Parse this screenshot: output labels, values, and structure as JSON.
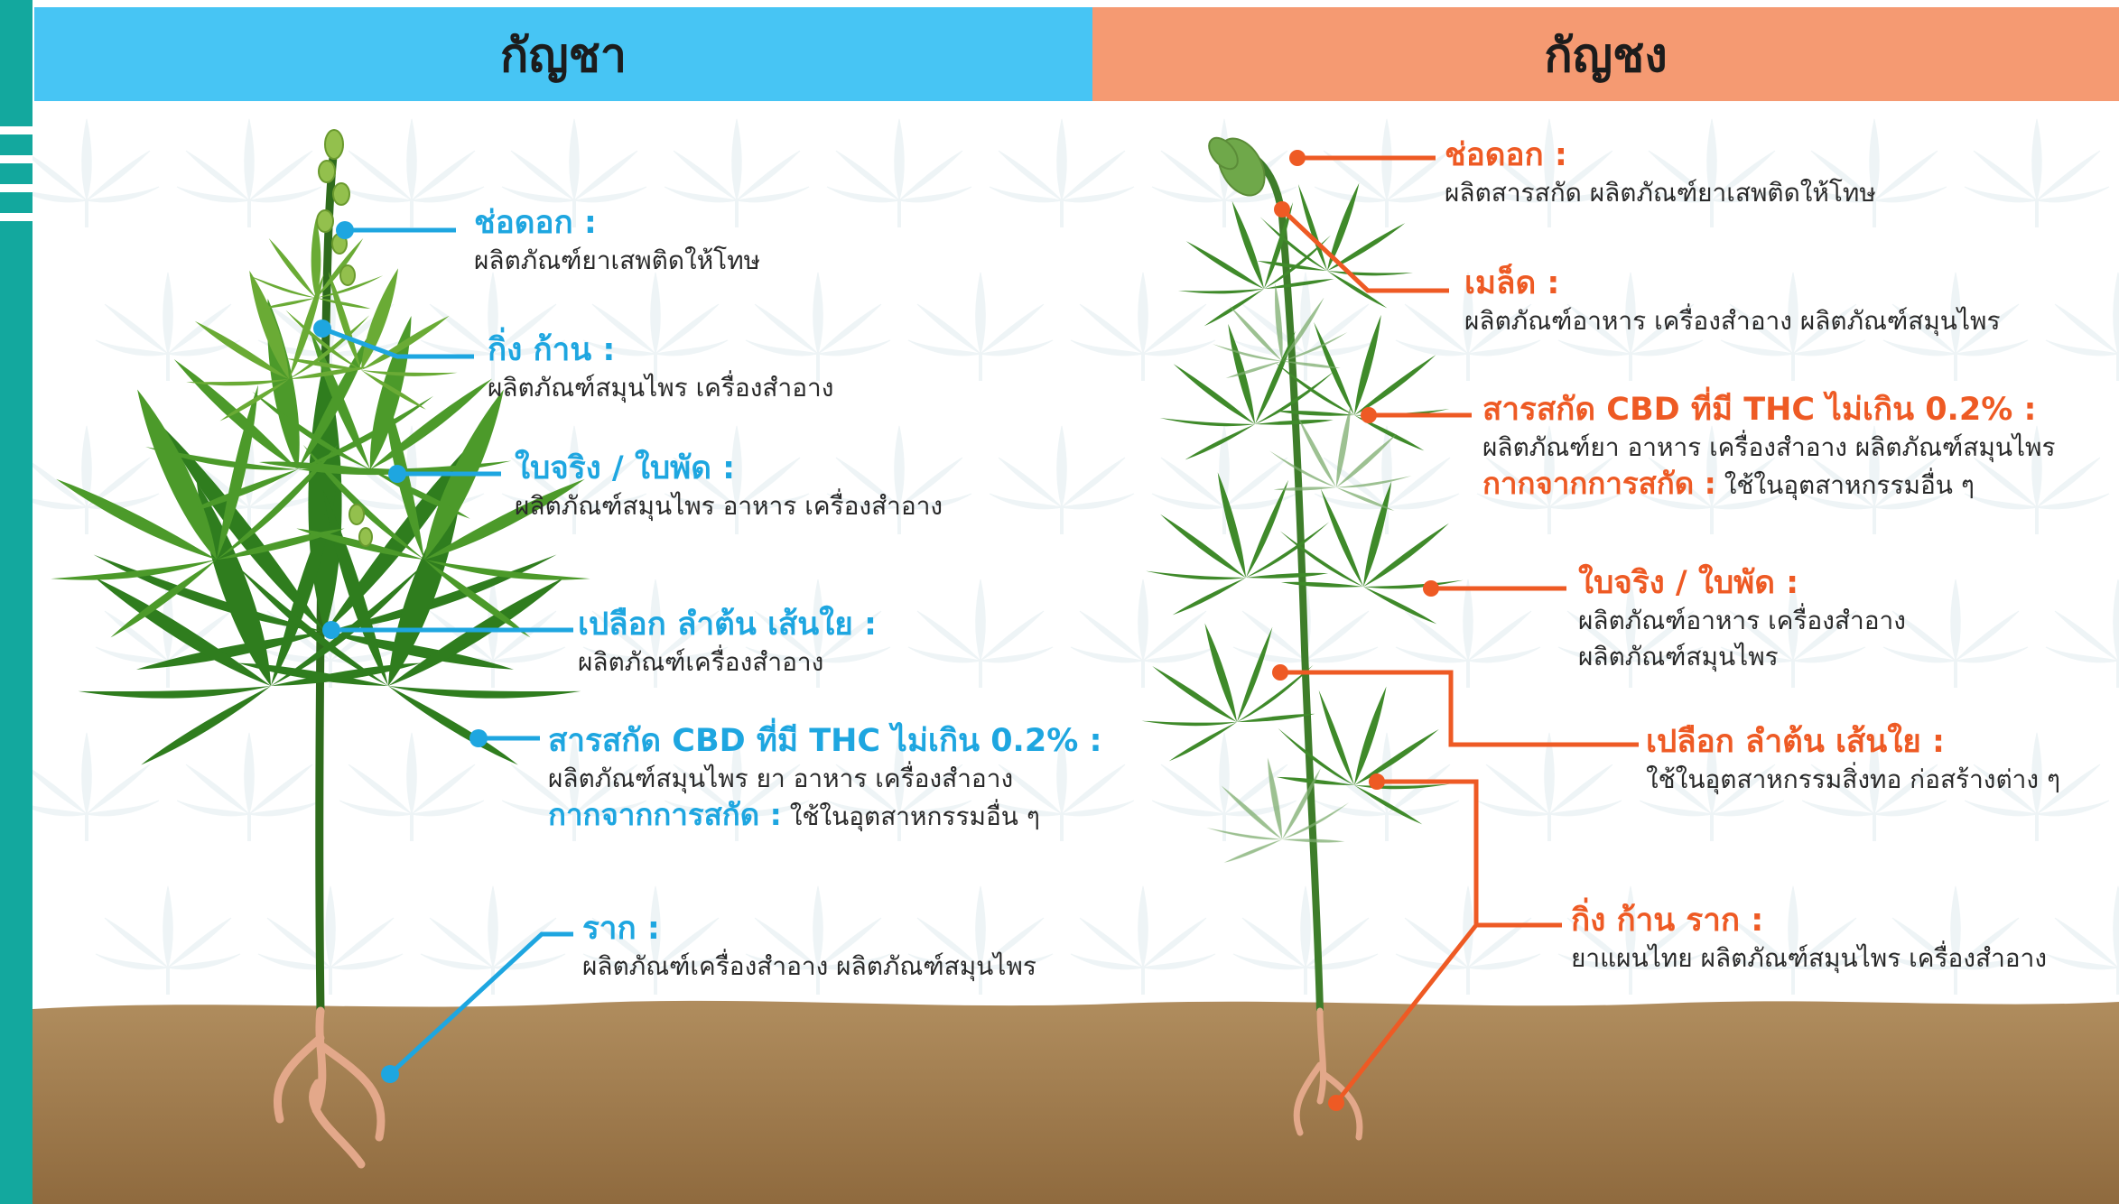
{
  "headers": {
    "left": "กัญชา",
    "right": "กัญชง"
  },
  "colors": {
    "teal_bar": "#13a89e",
    "header_left": "#47c5f4",
    "header_right": "#f59a72",
    "label_blue": "#1ea6e0",
    "label_orange": "#ee5a24",
    "soil": "#a07c4e",
    "leaf_dark": "#2f7d1e",
    "leaf_light": "#74b53c"
  },
  "cannabis": {
    "flower": {
      "title": "ช่อดอก :",
      "desc": "ผลิตภัณฑ์ยาเสพติดให้โทษ"
    },
    "branch": {
      "title": "กิ่ง ก้าน :",
      "desc": "ผลิตภัณฑ์สมุนไพร เครื่องสำอาง"
    },
    "leaf": {
      "title": "ใบจริง / ใบพัด :",
      "desc": "ผลิตภัณฑ์สมุนไพร อาหาร เครื่องสำอาง"
    },
    "bark": {
      "title": "เปลือก ลำต้น เส้นใย :",
      "desc": "ผลิตภัณฑ์เครื่องสำอาง"
    },
    "cbd": {
      "title": "สารสกัด CBD ที่มี THC ไม่เกิน 0.2% :",
      "desc": "ผลิตภัณฑ์สมุนไพร ยา อาหาร เครื่องสำอาง",
      "residue_label": "กากจากการสกัด :",
      "residue_desc": "ใช้ในอุตสาหกรรมอื่น ๆ"
    },
    "root": {
      "title": "ราก :",
      "desc": "ผลิตภัณฑ์เครื่องสำอาง ผลิตภัณฑ์สมุนไพร"
    }
  },
  "hemp": {
    "flower": {
      "title": "ช่อดอก :",
      "desc": "ผลิตสารสกัด ผลิตภัณฑ์ยาเสพติดให้โทษ"
    },
    "seed": {
      "title": "เมล็ด :",
      "desc": "ผลิตภัณฑ์อาหาร เครื่องสำอาง ผลิตภัณฑ์สมุนไพร"
    },
    "cbd": {
      "title": "สารสกัด CBD ที่มี THC ไม่เกิน 0.2% :",
      "desc": "ผลิตภัณฑ์ยา อาหาร เครื่องสำอาง ผลิตภัณฑ์สมุนไพร",
      "residue_label": "กากจากการสกัด :",
      "residue_desc": "ใช้ในอุตสาหกรรมอื่น ๆ"
    },
    "leaf": {
      "title": "ใบจริง / ใบพัด :",
      "desc_line1": "ผลิตภัณฑ์อาหาร เครื่องสำอาง",
      "desc_line2": "ผลิตภัณฑ์สมุนไพร"
    },
    "bark": {
      "title": "เปลือก ลำต้น เส้นใย :",
      "desc": "ใช้ในอุตสาหกรรมสิ่งทอ ก่อสร้างต่าง ๆ"
    },
    "branch_root": {
      "title": "กิ่ง ก้าน ราก :",
      "desc": "ยาแผนไทย ผลิตภัณฑ์สมุนไพร เครื่องสำอาง"
    }
  }
}
